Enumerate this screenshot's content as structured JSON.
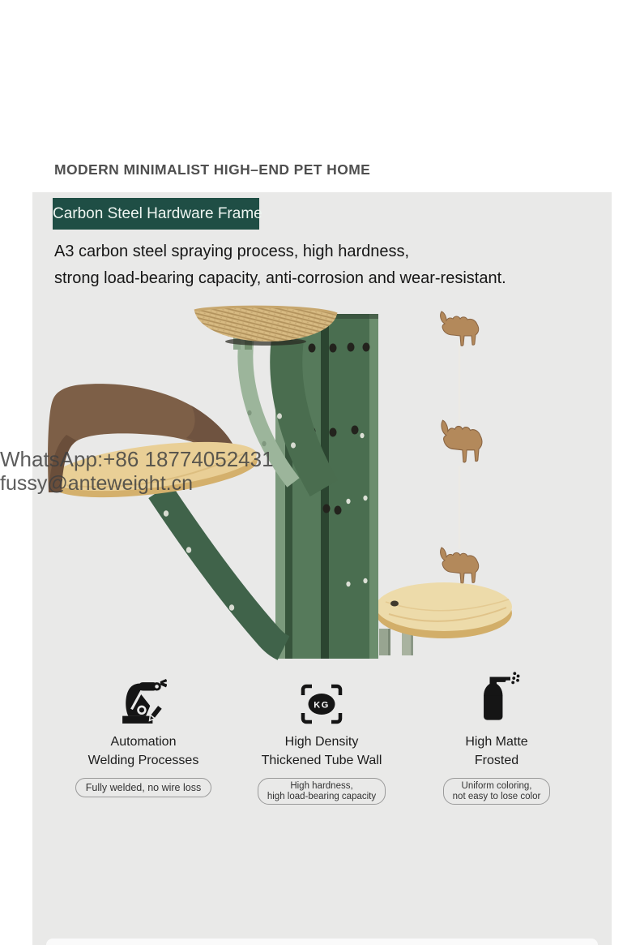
{
  "header": {
    "title": "MODERN MINIMALIST HIGH–END PET HOME"
  },
  "section": {
    "badge_label": "Carbon Steel Hardware Frame",
    "description_line1": "A3 carbon steel spraying process, high hardness,",
    "description_line2": "strong load-bearing capacity, anti-corrosion and wear-resistant."
  },
  "watermark": {
    "line1": "WhatsApp:+86 18774052431",
    "line2": "fussy@anteweight.cn"
  },
  "product_illustration": {
    "alt": "Green carbon steel cat tree frame with rope basket, brown felt lounge platform, hanging camel charms and round wooden platform"
  },
  "features": [
    {
      "icon": "welding-robot-icon",
      "title_line1": "Automation",
      "title_line2": "Welding Processes",
      "tag_line1": "Fully welded, no wire loss"
    },
    {
      "icon": "kg-load-icon",
      "badge_text": "KG",
      "title_line1": "High Density",
      "title_line2": "Thickened Tube Wall",
      "tag_line1": "High hardness,",
      "tag_line2": "high load-bearing capacity"
    },
    {
      "icon": "spray-bottle-icon",
      "title_line1": "High Matte",
      "title_line2": "Frosted",
      "tag_line1": "Uniform coloring,",
      "tag_line2": "not easy to lose color"
    }
  ],
  "colors": {
    "badge_bg": "#1f4e45",
    "badge_text": "#eef5f1",
    "panel_bg": "#e9e9e8",
    "frame_green": "#4a6e50",
    "frame_green_dark": "#2b4530",
    "frame_sage": "#9cb59b",
    "wood_top": "#e9cf96",
    "wood_edge": "#d2ae69",
    "felt_brown": "#7d5f47",
    "rope_tan": "#d7ba82",
    "camel_brown": "#b3895b",
    "icon_black": "#151515"
  }
}
